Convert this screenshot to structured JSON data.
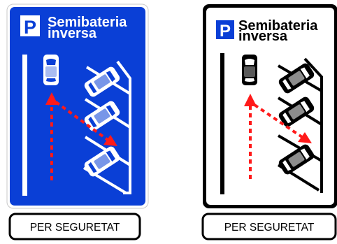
{
  "signs": [
    {
      "variant": "color",
      "p_letter": "P",
      "title_line1": "Semibateria",
      "title_line2": "inversa",
      "caption": "PER SEGURETAT",
      "colors": {
        "background": "#0a3fd6",
        "foreground": "#ffffff",
        "arrow": "#ff1a1a"
      }
    },
    {
      "variant": "monochrome",
      "p_letter": "P",
      "title_line1": "Semibateria",
      "title_line2": "inversa",
      "caption": "PER SEGURETAT",
      "colors": {
        "background": "#ffffff",
        "foreground": "#000000",
        "p_box": "#0a3fd6",
        "arrow": "#ff1a1a"
      }
    }
  ]
}
